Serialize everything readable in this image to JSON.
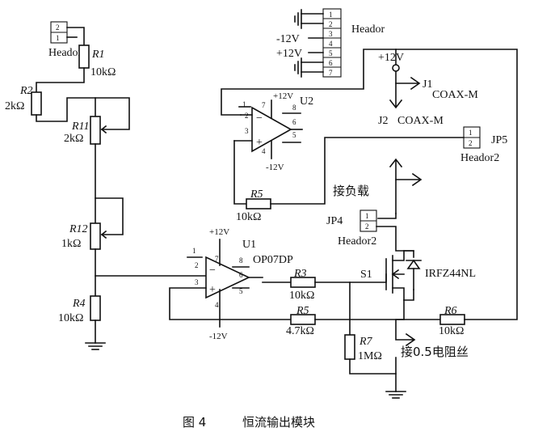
{
  "caption": {
    "figure": "图 4",
    "title": "恒流输出模块"
  },
  "headers": {
    "top": "Heador",
    "top_pins": [
      "1",
      "2",
      "3",
      "4",
      "5",
      "6",
      "7"
    ],
    "top_supply_neg": "-12V",
    "top_supply_pos": "+12V",
    "left": "Heador2",
    "left_pins": [
      "2",
      "1"
    ],
    "jp5_ref": "JP5",
    "jp5_name": "Heador2",
    "jp5_pins": [
      "1",
      "2"
    ],
    "jp4_ref": "JP4",
    "jp4_name": "Heador2",
    "jp4_pins": [
      "1",
      "2"
    ]
  },
  "resistors": {
    "r1": {
      "ref": "R1",
      "value": "10kΩ"
    },
    "r2": {
      "ref": "R2",
      "value": "2kΩ"
    },
    "r11": {
      "ref": "R11",
      "value": "2kΩ"
    },
    "r12": {
      "ref": "R12",
      "value": "1kΩ"
    },
    "r4": {
      "ref": "R4",
      "value": "10kΩ"
    },
    "r5a": {
      "ref": "R5",
      "value": "10kΩ"
    },
    "r3": {
      "ref": "R3",
      "value": "10kΩ"
    },
    "r5b": {
      "ref": "R5",
      "value": "4.7kΩ"
    },
    "r6": {
      "ref": "R6",
      "value": "10kΩ"
    },
    "r7": {
      "ref": "R7",
      "value": "1MΩ"
    }
  },
  "opamps": {
    "u2": {
      "ref": "U2",
      "vpos": "+12V",
      "vneg": "-12V",
      "pins": [
        "1",
        "2",
        "3",
        "4",
        "5",
        "6",
        "7",
        "8"
      ]
    },
    "u1": {
      "ref": "U1",
      "part": "OP07DP",
      "vpos": "+12V",
      "vneg": "-12V",
      "pins": [
        "1",
        "2",
        "3",
        "4",
        "5",
        "6",
        "7",
        "8"
      ]
    }
  },
  "supply_top": "+12V",
  "coax": {
    "j1": "J1",
    "j1_type": "COAX-M",
    "j2": "J2",
    "j2_type": "COAX-M"
  },
  "mosfet": {
    "ref": "S1",
    "part": "IRFZ44NL"
  },
  "notes": {
    "load": "接负载",
    "wire": "接0.5电阻丝"
  }
}
